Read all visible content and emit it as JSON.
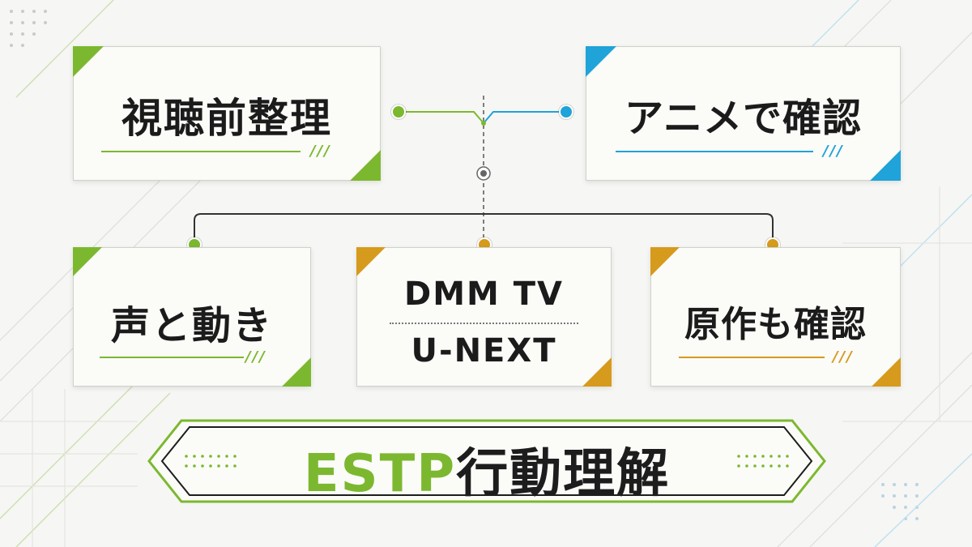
{
  "colors": {
    "green": "#7cb82f",
    "blue": "#1fa3d8",
    "orange": "#d69a1c",
    "dark": "#1d1d1d"
  },
  "cards": {
    "top_left": {
      "label": "視聴前整理",
      "accent": "green"
    },
    "top_right": {
      "label": "アニメで確認",
      "accent": "blue"
    },
    "bottom_left": {
      "label": "声と動き",
      "accent": "green"
    },
    "bottom_center": {
      "line1": "DMM TV",
      "line2": "U-NEXT",
      "accent": "orange"
    },
    "bottom_right": {
      "label": "原作も確認",
      "accent": "orange"
    }
  },
  "banner": {
    "title_en": "ESTP",
    "title_jp": "行動理解"
  }
}
